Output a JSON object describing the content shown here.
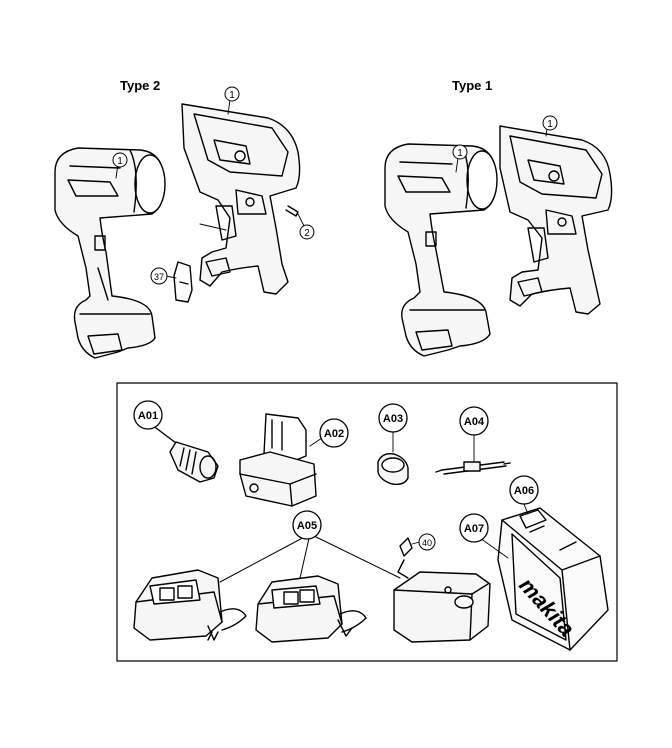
{
  "header": {
    "type2_label": "Type 2",
    "type1_label": "Type 1"
  },
  "callouts": {
    "housing": "1",
    "screw": "2",
    "switch_clip": "37",
    "charger_cord": "40",
    "chuck": "A01",
    "battery": "A02",
    "ring": "A03",
    "bit": "A04",
    "chargers": "A05",
    "case_latch": "A06",
    "case": "A07"
  },
  "case_brand": "makita",
  "colors": {
    "line": "#000000",
    "paper": "#ffffff",
    "fill": "#f4f4f4"
  }
}
